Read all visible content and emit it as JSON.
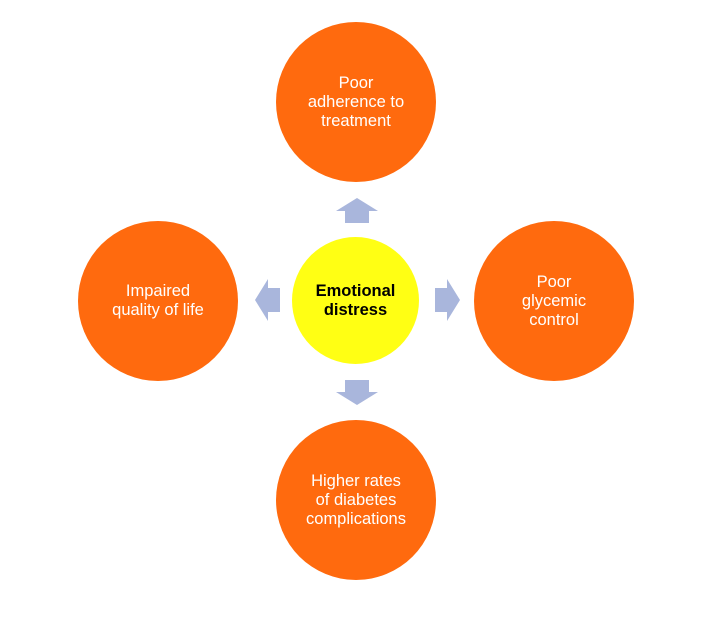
{
  "diagram": {
    "center": {
      "label": "Emotional\ndistress",
      "color": "#ffff14"
    },
    "nodes": {
      "top": {
        "label": "Poor\nadherence to\ntreatment"
      },
      "right": {
        "label": "Poor\nglycemic\ncontrol"
      },
      "bottom": {
        "label": "Higher rates\nof diabetes\ncomplications"
      },
      "left": {
        "label": "Impaired\nquality of life"
      }
    },
    "colors": {
      "outer_node": "#ff6a0e",
      "arrow": "#a9b6dc"
    }
  }
}
